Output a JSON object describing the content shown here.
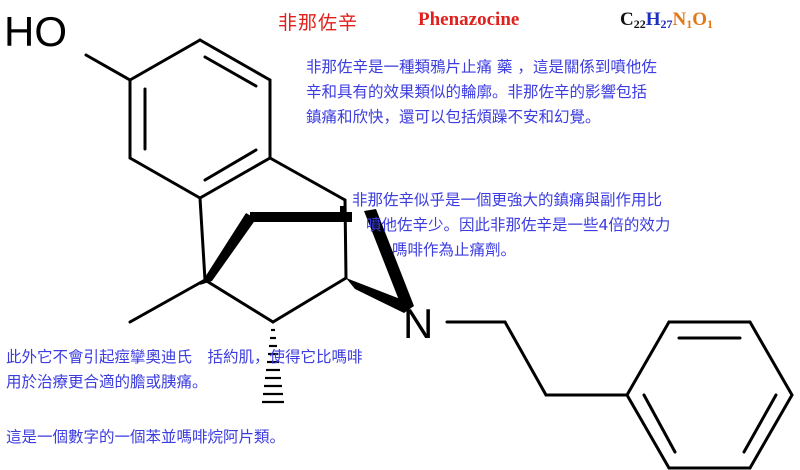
{
  "title": {
    "chinese": "非那佐辛",
    "english": "Phenazocine"
  },
  "formula": {
    "parts": [
      {
        "symbol": "C",
        "count": "22",
        "color": "#111111"
      },
      {
        "symbol": "H",
        "count": "27",
        "color": "#1c2fc0"
      },
      {
        "symbol": "N",
        "count": "1",
        "color": "#e07818"
      },
      {
        "symbol": "O",
        "count": "1",
        "color": "#e07818"
      }
    ]
  },
  "structure": {
    "atom_labels": {
      "hydroxyl": "HO",
      "nitrogen": "N"
    }
  },
  "notes": {
    "note_1": [
      "非那佐辛是一種類鴉片止痛 藥 ，這是關係到噴他佐",
      "辛和具有的效果類似的輪廓。非那佐辛的影響包括",
      "鎮痛和欣快，還可以包括煩躁不安和幻覺。"
    ],
    "note_2": [
      "非那佐辛似乎是一個更強大的鎮痛與副作用比",
      "噴他佐辛少。因此非那佐辛是一些4倍的效力",
      "嗎啡作為止痛劑。"
    ],
    "note_3": [
      "此外它不會引起痙攣奧迪氏　括約肌，使得它比嗎啡",
      "用於治療更合適的膽或胰痛。"
    ],
    "note_4": [
      "這是一個數字的一個苯並嗎啡烷阿片類。"
    ]
  }
}
